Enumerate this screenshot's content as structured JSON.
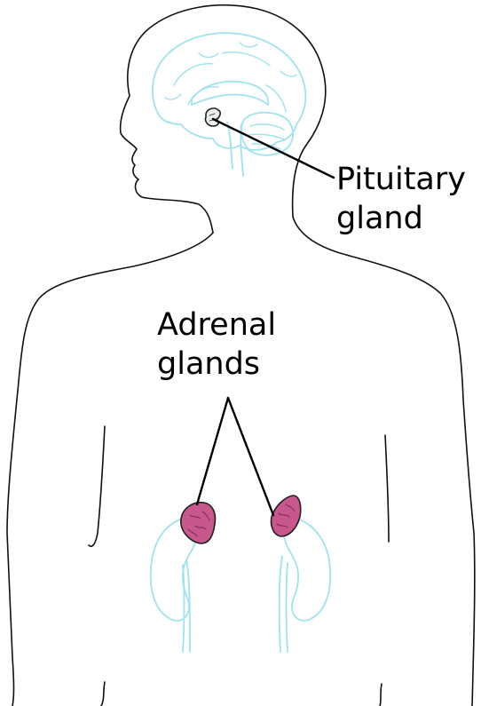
{
  "labels": {
    "pituitary": {
      "line1": "Pituitary",
      "line2": "gland"
    },
    "adrenal": {
      "line1": "Adrenal",
      "line2": "glands"
    }
  },
  "colors": {
    "outline": "#111111",
    "organ_outline": "#9fe3ee",
    "gland_fill": "#c8578e",
    "pituitary_fill": "#e9eef0",
    "leader_line": "#000000",
    "background": "#ffffff"
  }
}
